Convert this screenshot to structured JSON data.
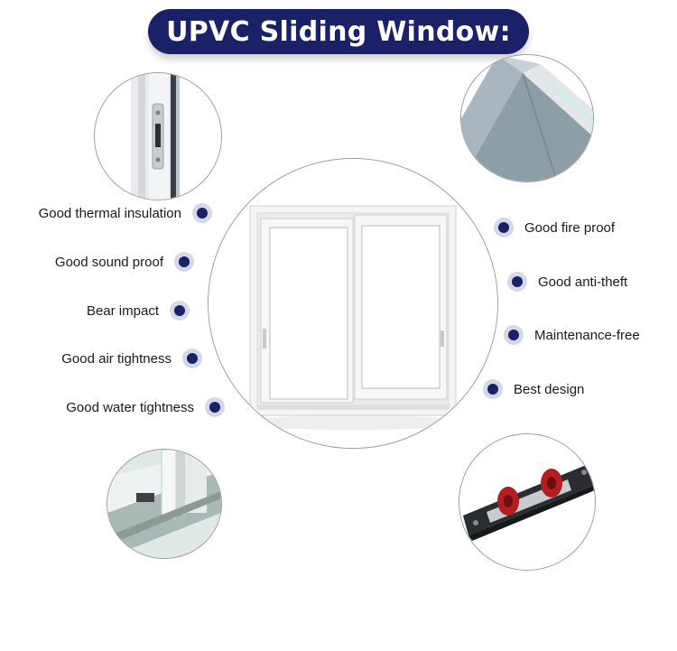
{
  "title": "UPVC Sliding Window:",
  "colors": {
    "title_bg": "#1b2166",
    "bullet": "#1b2166",
    "bullet_ring": "#d5d8e6"
  },
  "features_left": [
    "Good thermal insulation",
    "Good sound proof",
    "Bear impact",
    "Good air tightness",
    "Good water tightness"
  ],
  "features_right": [
    "Good fire proof",
    "Good anti-theft",
    "Maintenance-free",
    "Best design"
  ]
}
